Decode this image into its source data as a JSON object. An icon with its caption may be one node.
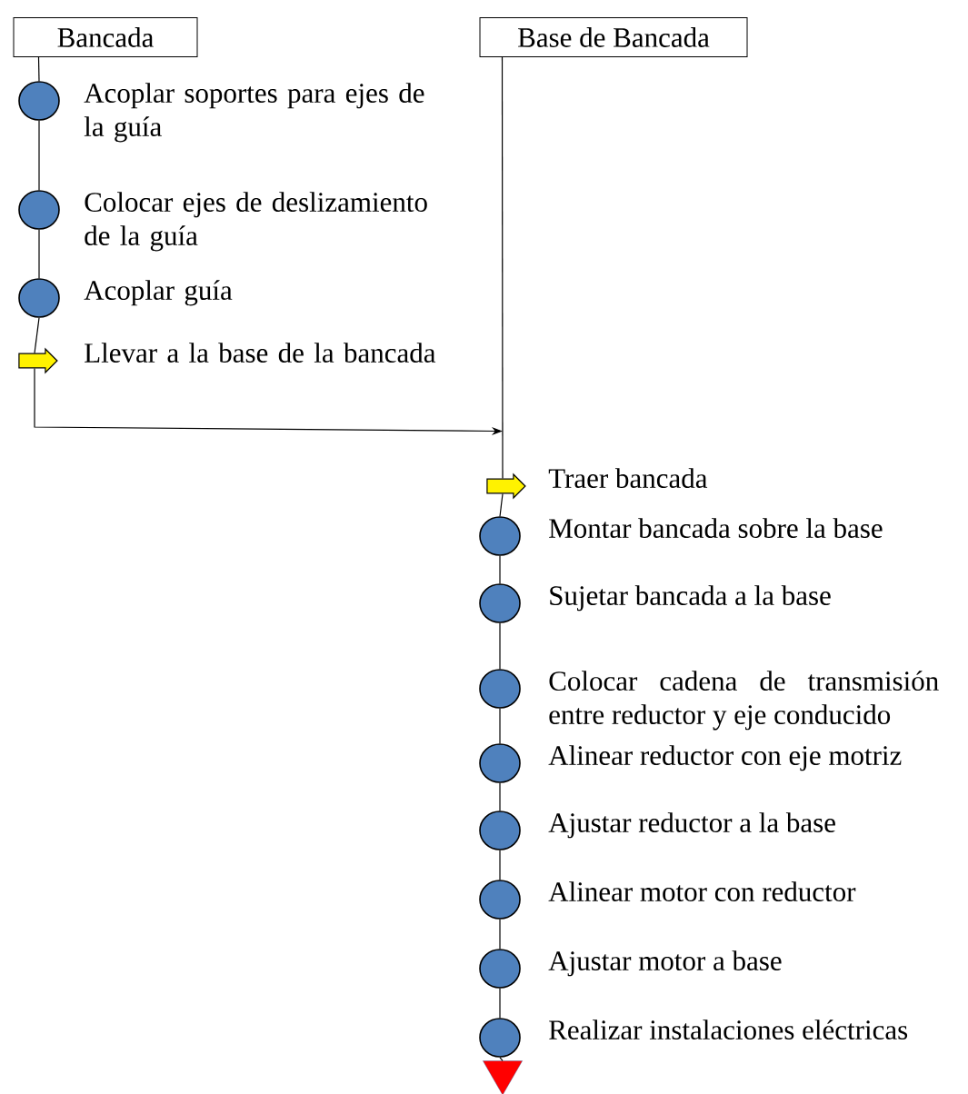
{
  "diagram": {
    "nodes": [
      {
        "text": [
          "Bancada"
        ]
      },
      {
        "text": [
          "Base de Bancada"
        ]
      },
      {
        "text": [],
        "shape": "circle",
        "beside": [
          "Acoplar soportes para ejes de la guía"
        ]
      },
      {
        "text": [],
        "shape": "circle",
        "beside": [
          "Colocar ejes de deslizamiento de la guía"
        ]
      },
      {
        "text": [],
        "shape": "circle",
        "beside": [
          "Acoplar guía"
        ]
      },
      {
        "text": [],
        "shape": "arrow",
        "beside": [
          "Llevar a la base de la bancada"
        ]
      },
      {
        "text": [],
        "shape": "arrow",
        "beside": [
          "Traer bancada"
        ]
      },
      {
        "text": [],
        "shape": "circle",
        "beside": [
          "Montar bancada sobre la base"
        ]
      },
      {
        "text": [],
        "shape": "circle",
        "beside": [
          "Sujetar bancada a la base"
        ]
      },
      {
        "text": [],
        "shape": "circle",
        "beside": [
          "Colocar cadena de transmisión entre reductor y eje conducido"
        ]
      },
      {
        "text": [],
        "shape": "circle",
        "beside": [
          "Alinear reductor con eje motriz"
        ]
      },
      {
        "text": [],
        "shape": "circle",
        "beside": [
          "Ajustar reductor a la base"
        ]
      },
      {
        "text": [],
        "shape": "circle",
        "beside": [
          "Alinear motor con reductor"
        ]
      },
      {
        "text": [],
        "shape": "circle",
        "beside": [
          "Ajustar motor a base"
        ]
      },
      {
        "text": [],
        "shape": "circle",
        "beside": [
          "Realizar instalaciones eléctricas"
        ]
      },
      {
        "text": [],
        "shape": "triangle"
      }
    ],
    "edges": [
      {
        "from": 0,
        "to": 2,
        "arrow": "none"
      },
      {
        "from": 2,
        "to": 3,
        "arrow": "none"
      },
      {
        "from": 3,
        "to": 4,
        "arrow": "none"
      },
      {
        "from": 4,
        "to": 5,
        "arrow": "none"
      },
      {
        "from": 5,
        "to": 6,
        "arrow": "to"
      },
      {
        "from": 1,
        "to": 6,
        "arrow": "none"
      },
      {
        "from": 6,
        "to": 7,
        "arrow": "none"
      },
      {
        "from": 7,
        "to": 8,
        "arrow": "none"
      },
      {
        "from": 8,
        "to": 9,
        "arrow": "none"
      },
      {
        "from": 9,
        "to": 10,
        "arrow": "none"
      },
      {
        "from": 10,
        "to": 11,
        "arrow": "none"
      },
      {
        "from": 11,
        "to": 12,
        "arrow": "none"
      },
      {
        "from": 12,
        "to": 13,
        "arrow": "none"
      },
      {
        "from": 13,
        "to": 14,
        "arrow": "none"
      },
      {
        "from": 14,
        "to": 15,
        "arrow": "none"
      }
    ]
  }
}
